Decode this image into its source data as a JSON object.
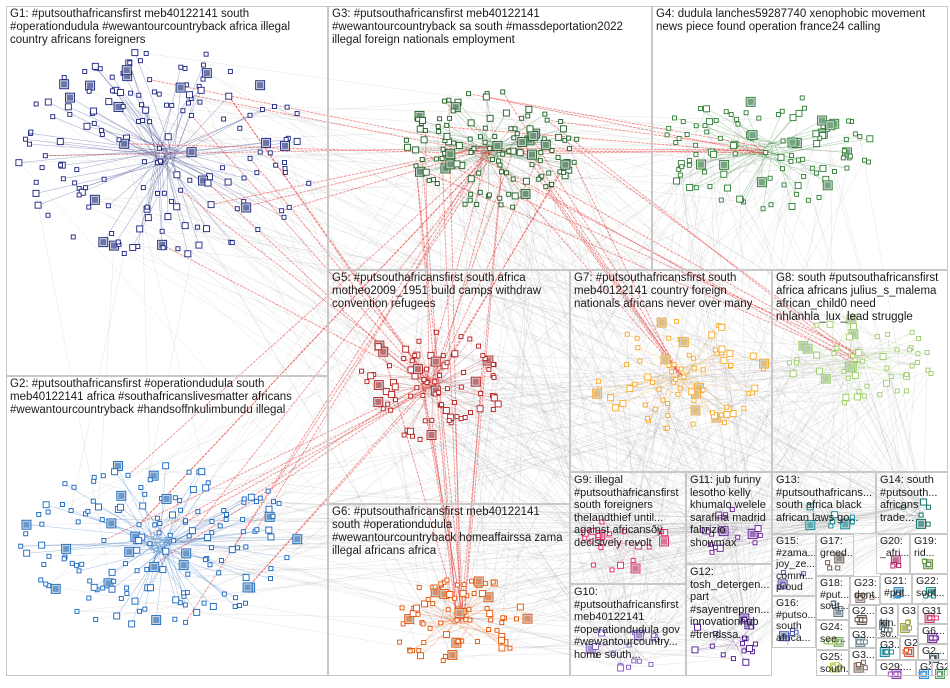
{
  "groups": [
    {
      "id": "G1",
      "label": "G1: #putsouthafricansfirst meb40122141 south #operationdudula #wewantourcountryback africa illegal country africans foreigners",
      "color": "#1a237e"
    },
    {
      "id": "G2",
      "label": "G2: #putsouthafricansfirst #operationdudula south meb40122141 africa #southafricanslivesmatter africans #wewantourcountryback #handsoffnkulimbundu illegal",
      "color": "#1565c0"
    },
    {
      "id": "G3",
      "label": "G3: #putsouthafricansfirst meb40122141 #wewantourcountryback sa south #massdeportation2022 illegal foreign nationals employment",
      "color": "#1b5e20"
    },
    {
      "id": "G4",
      "label": "G4: dudula lanches59287740 xenophobic movement news piece found operation france24 calling",
      "color": "#2e7d32"
    },
    {
      "id": "G5",
      "label": "G5: #putsouthafricansfirst south africa motheo2009_1951 build camps withdraw convention refugees",
      "color": "#b71c1c"
    },
    {
      "id": "G6",
      "label": "G6: #putsouthafricansfirst meb40122141 south #operationdudula #wewantourcountryback homeaffairssa zama illegal africans africa",
      "color": "#e65100"
    },
    {
      "id": "G7",
      "label": "G7: #putsouthafricansfirst south meb40122141 country foreign nationals africans never over many",
      "color": "#f9a825"
    },
    {
      "id": "G8",
      "label": "G8: south #putsouthafricansfirst africa africans julius_s_malema african_child0 need nhlanhla_lux_lead struggle",
      "color": "#9ccc65"
    },
    {
      "id": "G9",
      "label": "G9: illegal #putsouthafricansfirst south foreigners thelandthief until... against africansðÿ decisively revolt",
      "color": "#e91e63"
    },
    {
      "id": "G10",
      "label": "G10: #putsouthafricansfirst meb40122141 #operationdudula gov #wewantourcountry... home south...",
      "color": "#7e57c2"
    },
    {
      "id": "G11",
      "label": "G11: jub funny lesotho kelly khumalo welele sarafina madrid fabrizio showmax",
      "color": "#6a1b9a"
    },
    {
      "id": "G12",
      "label": "G12: tosh_detergen... part #sayentrepren... innovationhub #trendssa...",
      "color": "#4a148c"
    },
    {
      "id": "G13",
      "label": "G13: #putsouthafricans... south africa black african laws go...",
      "color": "#00838f"
    },
    {
      "id": "G14",
      "label": "G14: south #putsouth... africans trade...",
      "color": "#00695c"
    },
    {
      "id": "G15",
      "label": "G15: #zama... joy_ze... comm... proud #putso...",
      "color": "#5e35b1"
    },
    {
      "id": "G16",
      "label": "G16: #putso... south africa...",
      "color": "#3949ab"
    },
    {
      "id": "G17",
      "label": "G17: greed...",
      "color": "#6d4c41"
    },
    {
      "id": "G18",
      "label": "G18: #put... sout...",
      "color": "#546e7a"
    },
    {
      "id": "G19",
      "label": "G19: rid...",
      "color": "#558b2f"
    },
    {
      "id": "G20",
      "label": "G20: _afri...",
      "color": "#ad1457"
    },
    {
      "id": "G21",
      "label": "G21: #put...",
      "color": "#0277bd"
    },
    {
      "id": "G22",
      "label": "G22: sout...",
      "color": "#00897b"
    },
    {
      "id": "G23",
      "label": "G23: dont...",
      "color": "#8d6e63"
    },
    {
      "id": "G24",
      "label": "G24: see...",
      "color": "#7cb342"
    },
    {
      "id": "G25",
      "label": "G25: south...",
      "color": "#c0ca33"
    },
    {
      "id": "G29",
      "label": "G29:...",
      "color": "#8e24aa"
    },
    {
      "id": "G3a",
      "label": "G3 kin... so...",
      "color": "#455a64"
    },
    {
      "id": "G31",
      "label": "G31",
      "color": "#d81b60"
    },
    {
      "id": "G2a",
      "label": "G2...",
      "color": "#5d4037"
    },
    {
      "id": "G3b",
      "label": "G3...",
      "color": "#607d8b"
    },
    {
      "id": "G3c",
      "label": "G3...",
      "color": "#795548"
    },
    {
      "id": "G3d",
      "label": "G3...",
      "color": "#9e9d24"
    },
    {
      "id": "G6a",
      "label": "G6...",
      "color": "#6a1b9a"
    },
    {
      "id": "G3e",
      "label": "G3...",
      "color": "#00838f"
    },
    {
      "id": "G2b",
      "label": "G2...",
      "color": "#d84315"
    },
    {
      "id": "G2c",
      "label": "G2...",
      "color": "#37474f"
    },
    {
      "id": "G3f",
      "label": "G3...",
      "color": "#1e88e5"
    },
    {
      "id": "G2d",
      "label": "G2...",
      "color": "#43a047"
    }
  ],
  "edge_color_strong": "#e53935",
  "edge_color_light": "#9e9e9e"
}
